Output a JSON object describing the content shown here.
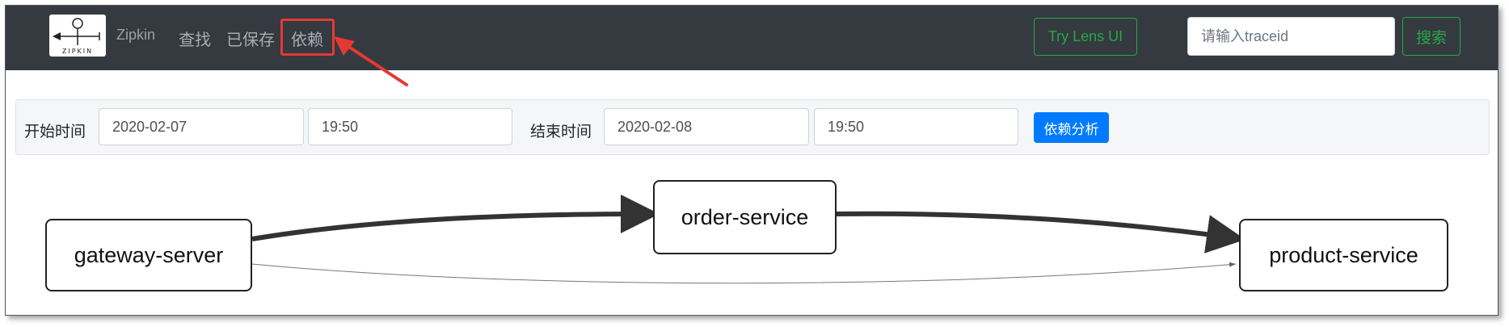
{
  "navbar": {
    "logo_text": "ZIPKIN",
    "brand": "Zipkin",
    "items": [
      {
        "label": "查找"
      },
      {
        "label": "已保存"
      },
      {
        "label": "依赖"
      }
    ],
    "lens_button": "Try Lens UI",
    "search": {
      "placeholder": "请输入traceid",
      "value": ""
    },
    "search_button": "搜索"
  },
  "filter": {
    "start_label": "开始时间",
    "start_date": "2020-02-07",
    "start_time": "19:50",
    "end_label": "结束时间",
    "end_date": "2020-02-08",
    "end_time": "19:50",
    "analyze_button": "依赖分析"
  },
  "graph": {
    "nodes": [
      {
        "label": "gateway-server"
      },
      {
        "label": "order-service"
      },
      {
        "label": "product-service"
      }
    ],
    "edges": [
      {
        "from": "gateway-server",
        "to": "order-service",
        "weight": "heavy"
      },
      {
        "from": "order-service",
        "to": "product-service",
        "weight": "heavy"
      },
      {
        "from": "gateway-server",
        "to": "product-service",
        "weight": "light"
      }
    ]
  },
  "colors": {
    "navbar_bg": "#343a40",
    "success_green": "#28a745",
    "primary_blue": "#007bff",
    "annotation_red": "#e53935"
  }
}
